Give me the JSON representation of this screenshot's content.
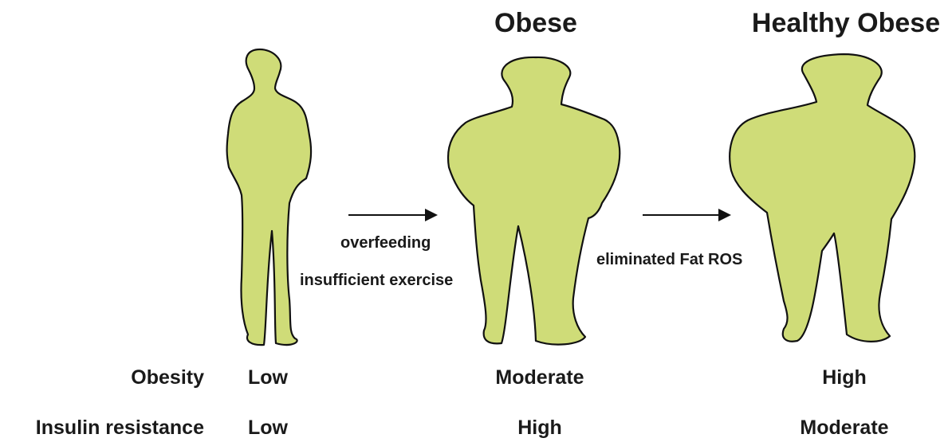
{
  "panels": [
    {
      "id": "lean",
      "title": "",
      "obesity": "Low",
      "insulin_resistance": "Low"
    },
    {
      "id": "obese",
      "title": "Obese",
      "obesity": "Moderate",
      "insulin_resistance": "High"
    },
    {
      "id": "healthy_obese",
      "title": "Healthy Obese",
      "obesity": "High",
      "insulin_resistance": "Moderate"
    }
  ],
  "transitions": [
    {
      "lines": [
        "overfeeding",
        "insufficient exercise"
      ]
    },
    {
      "lines": [
        "eliminated Fat ROS"
      ]
    }
  ],
  "rows": {
    "obesity_label": "Obesity",
    "insulin_resistance_label": "Insulin resistance"
  },
  "colors": {
    "body_fill": "#cfdc78",
    "outline": "#111111",
    "text": "#1a1a1a"
  }
}
